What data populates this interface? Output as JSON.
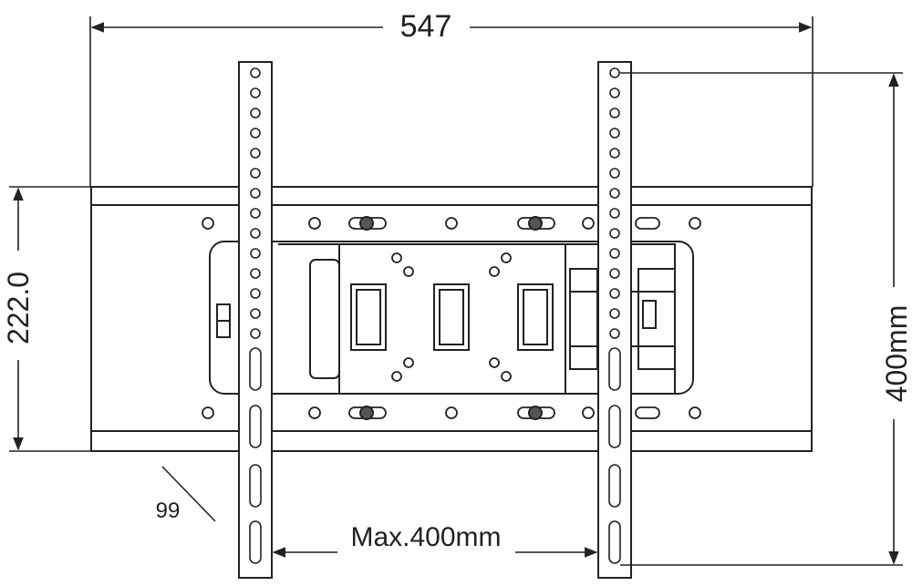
{
  "dimensions": {
    "overall_width": "547",
    "frame_height": "222.0",
    "vertical_span": "400mm",
    "depth": "99",
    "max_spacing": "Max.400mm"
  }
}
